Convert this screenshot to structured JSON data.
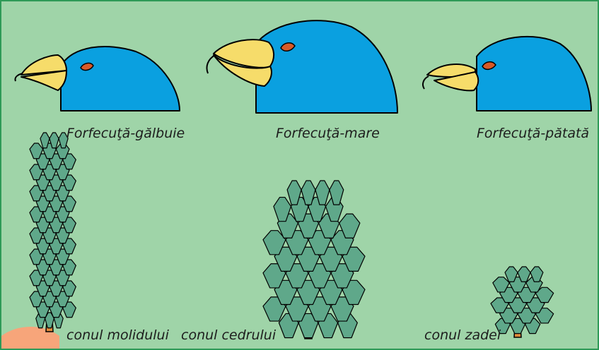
{
  "birds": [
    {
      "name": "Forfecuţă-gălbuie"
    },
    {
      "name": "Forfecuţă-mare"
    },
    {
      "name": "Forfecuţă-pătată"
    }
  ],
  "cones": [
    {
      "name": "conul molidului"
    },
    {
      "name": "conul cedrului"
    },
    {
      "name": "conul zadei"
    }
  ],
  "colors": {
    "background": "#9fd4a8",
    "border": "#2e9a57",
    "bird_head": "#0aa0e0",
    "beak": "#f6dc6a",
    "eye": "#d85a28",
    "cone_scale": "#5fa88a",
    "cone_stem": "#e08a3a",
    "corner_badge": "#f7a57a"
  }
}
